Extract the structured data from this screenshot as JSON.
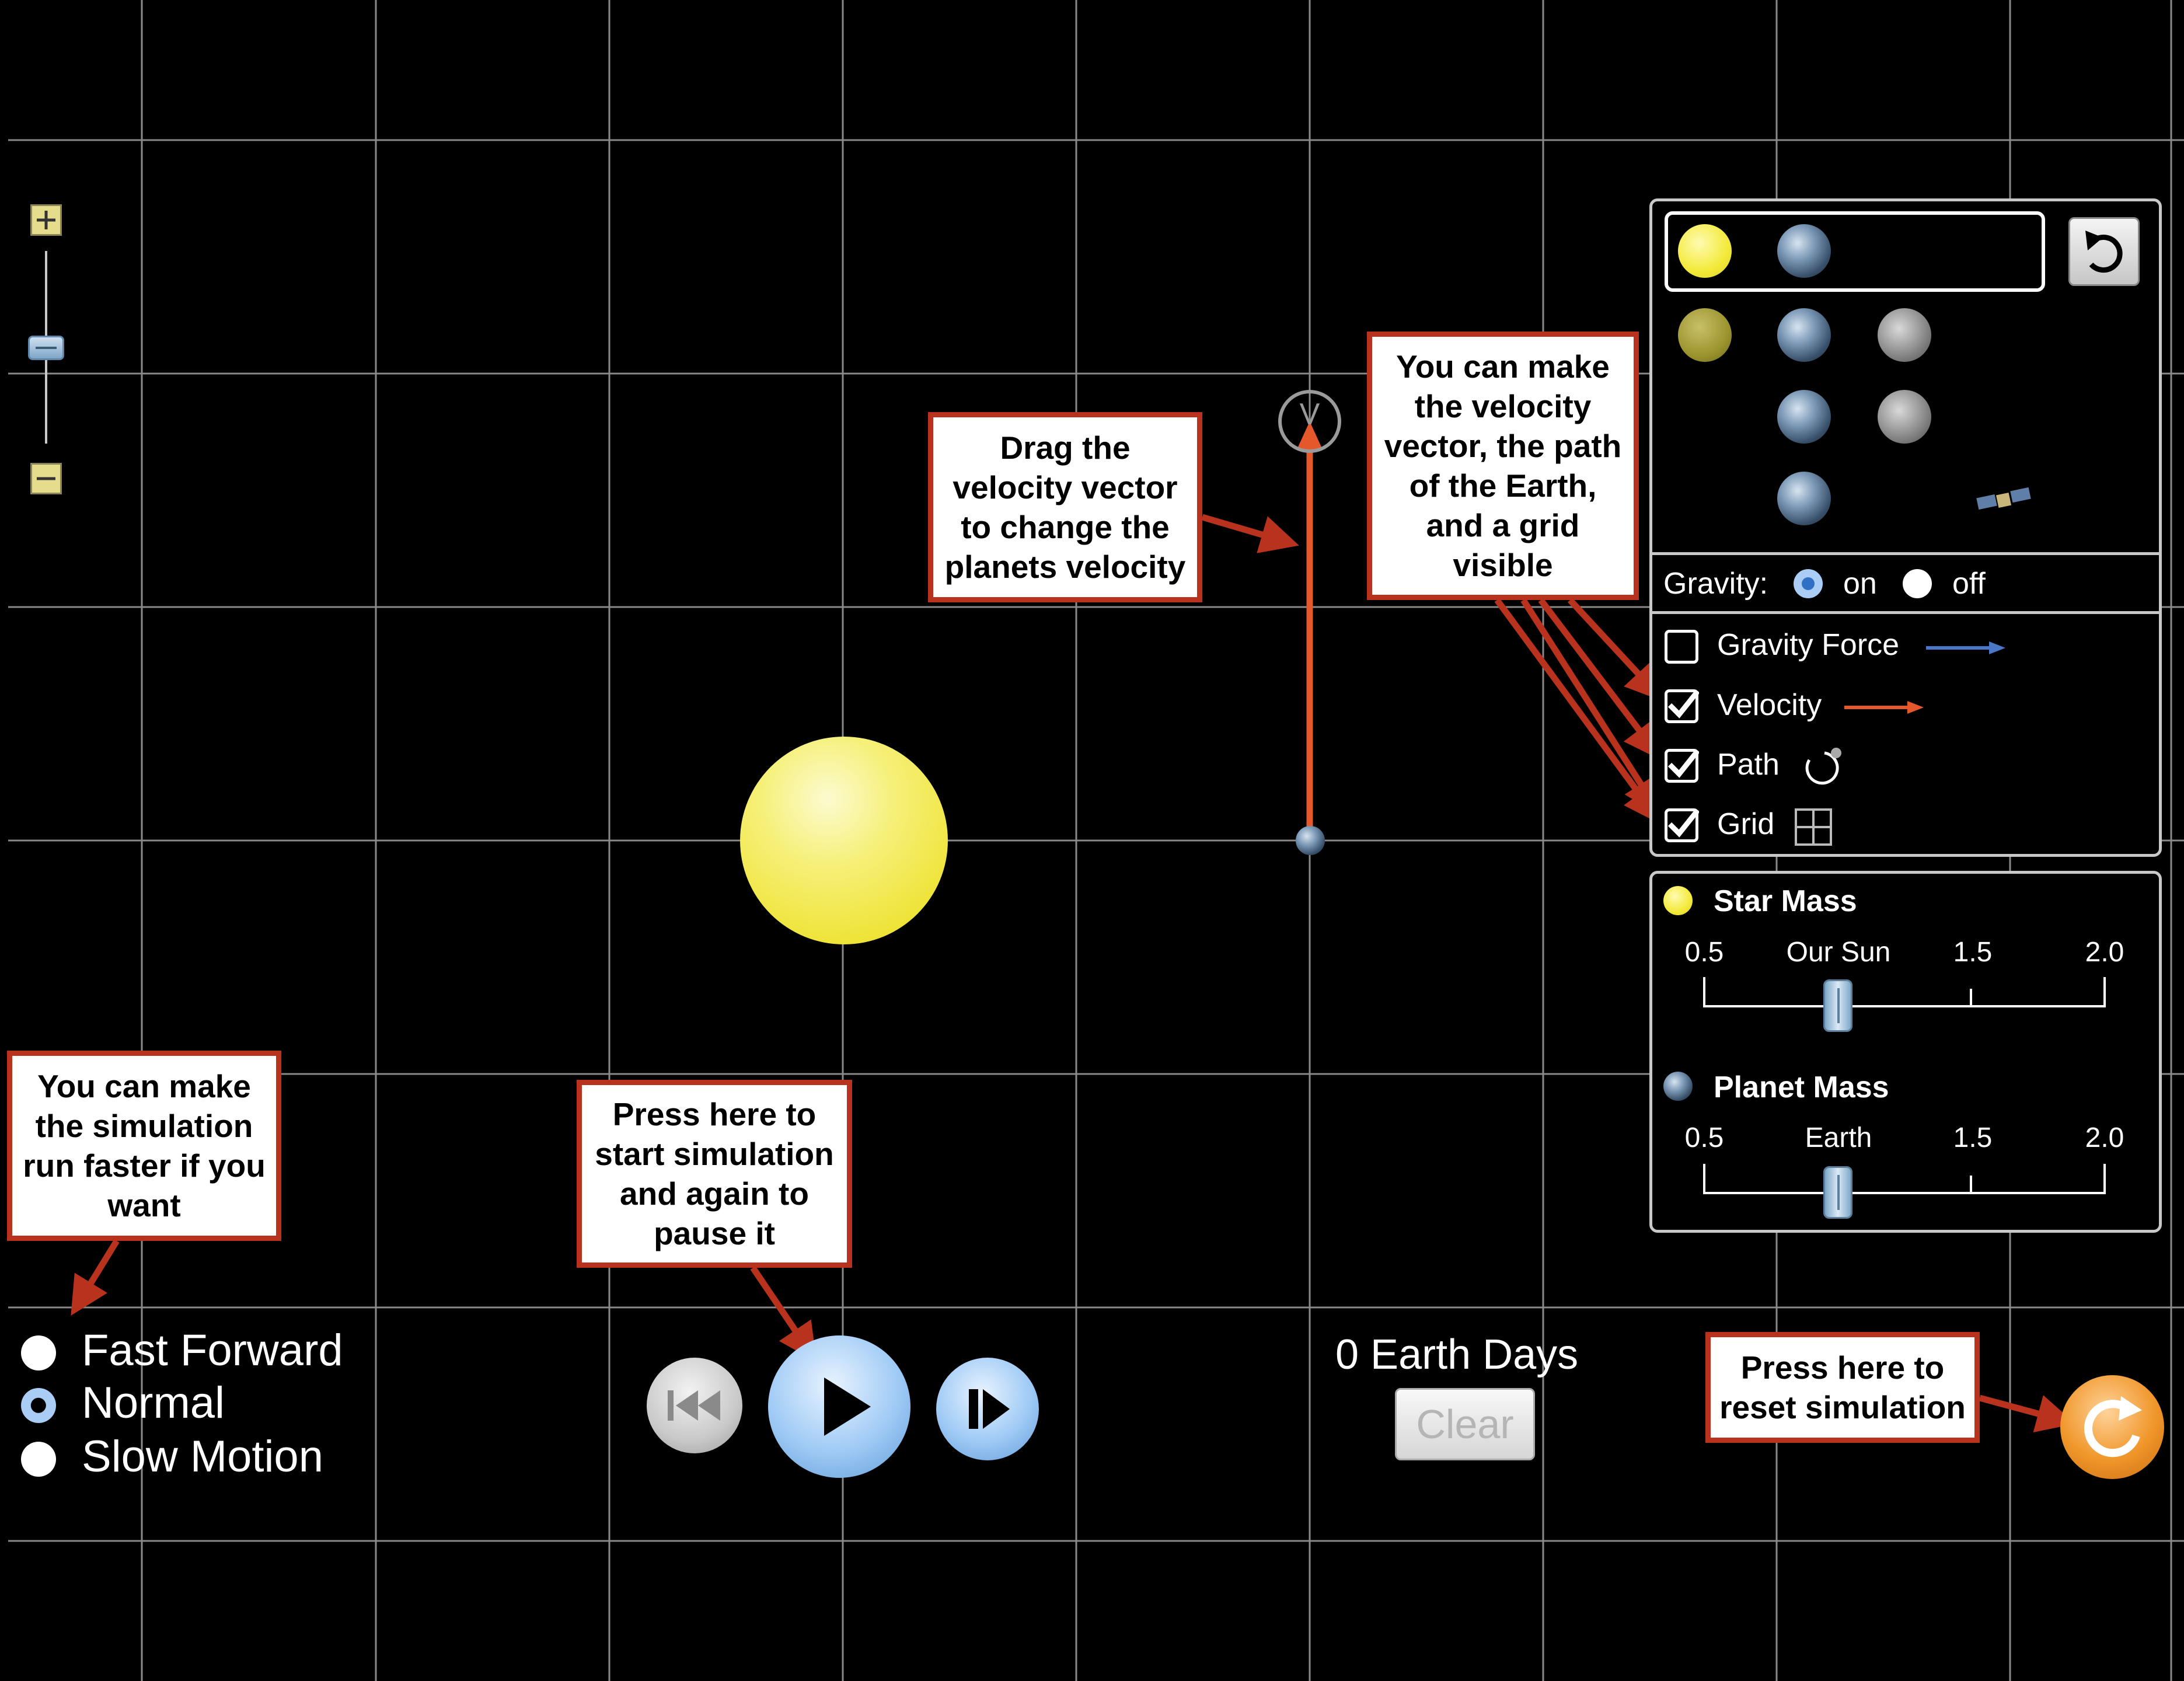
{
  "callouts": {
    "velocity_drag": "Drag the\nvelocity vector\nto change the\nplanets velocity",
    "visibility": "You can make\nthe velocity\nvector, the path\nof the Earth,\nand a grid\nvisible",
    "speed": "You can make\nthe simulation\nrun faster if you\nwant",
    "play": "Press here to\nstart simulation\nand again to\npause it",
    "reset": "Press here to\nreset simulation"
  },
  "velocity_vector_label": "V",
  "options": {
    "gravity_label": "Gravity:",
    "gravity_on": "on",
    "gravity_off": "off",
    "gravity_state": "on",
    "checkboxes": [
      {
        "label": "Gravity Force",
        "checked": false,
        "icon": "blue-arrow-icon"
      },
      {
        "label": "Velocity",
        "checked": true,
        "icon": "orange-arrow-icon"
      },
      {
        "label": "Path",
        "checked": true,
        "icon": "path-icon"
      },
      {
        "label": "Grid",
        "checked": true,
        "icon": "grid-icon"
      }
    ]
  },
  "star_mass": {
    "title": "Star Mass",
    "ticks": [
      "0.5",
      "Our Sun",
      "1.5",
      "2.0"
    ],
    "value": 1.0
  },
  "planet_mass": {
    "title": "Planet Mass",
    "ticks": [
      "0.5",
      "Earth",
      "1.5",
      "2.0"
    ],
    "value": 1.0
  },
  "speed_options": {
    "items": [
      "Fast Forward",
      "Normal",
      "Slow Motion"
    ],
    "selected": "Normal"
  },
  "time_readout": "0 Earth Days",
  "clear_label": "Clear",
  "colors": {
    "sun": "#f2ea3c",
    "velocity": "#e4582c",
    "gravity_force": "#4b77c9",
    "callout_border": "#b8321e",
    "grid": "#8a8a8a",
    "reset_button": "#f0962a"
  }
}
